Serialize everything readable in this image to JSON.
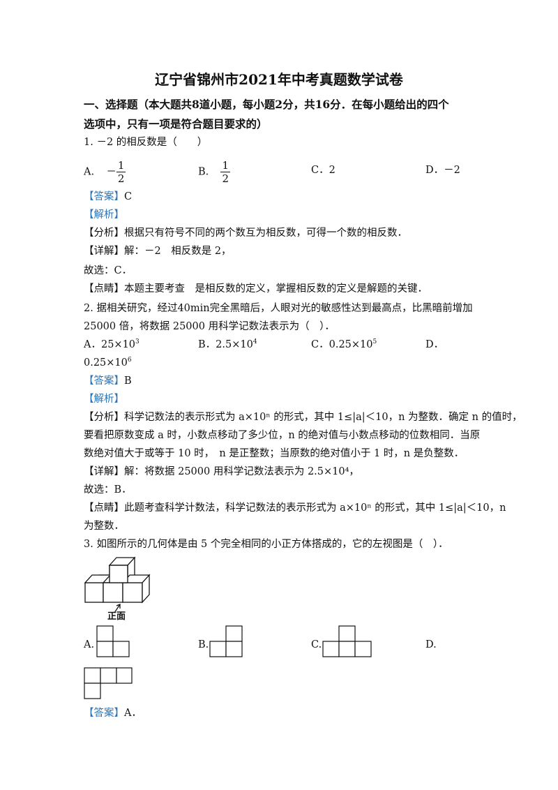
{
  "title": "辽宁省锦州市2021年中考真题数学试卷",
  "section": {
    "line1": "一、选择题（本大题共8道小题，每小题2分，共16分．在每小题给出的四个",
    "line2": "选项中，只有一项是符合题目要求的）"
  },
  "labels": {
    "answer": "【答案】",
    "analysis": "【解析】",
    "fenxi": "【分析】",
    "detail": "【详解】",
    "comment": "【点睛】",
    "choose": "故选："
  },
  "q1": {
    "stem": "1. －2 的相反数是（　　）",
    "opt_a_label": "A.",
    "opt_a_sign": "－",
    "opt_a_num": "1",
    "opt_a_den": "2",
    "opt_b_label": "B.",
    "opt_b_num": "1",
    "opt_b_den": "2",
    "opt_c": "C．2",
    "opt_d": "D．－2",
    "answer": "C",
    "fenxi": "根据只有符号不同的两个数互为相反数，可得一个数的相反数．",
    "detail": "解：－2　相反数是 2，",
    "choose": "C．",
    "comment": "本题主要考查　是相反数的定义，掌握相反数的定义是解题的关键．"
  },
  "q2": {
    "stem1": "2. 据相关研究，经过40min完全黑暗后，人眼对光的敏感性达到最高点，比黑暗前增加",
    "stem2": "25000 倍，将数据 25000 用科学记数法表示为（　）．",
    "opt_a": "A．",
    "opt_a_val": "25×10",
    "opt_a_exp": "3",
    "opt_b": "B．",
    "opt_b_val": "2.5×10",
    "opt_b_exp": "4",
    "opt_c": "C．",
    "opt_c_val": "0.25×10",
    "opt_c_exp": "5",
    "opt_d": "D．",
    "opt_d_val": "0.25×10",
    "opt_d_exp": "6",
    "answer": "B",
    "fenxi1": "科学记数法的表示形式为 a×10ⁿ 的形式，其中 1≤|a|＜10，n 为整数．确定 n 的值时，",
    "fenxi2": "要看把原数变成 a 时，小数点移动了多少位，n 的绝对值与小数点移动的位数相同．当原",
    "fenxi3": "数绝对值大于或等于 10 时，　n 是正整数；当原数的绝对值小于 1 时，n 是负整数．",
    "detail": "解：将数据 25000 用科学记数法表示为 2.5×10⁴，",
    "choose": "B．",
    "comment1": "此题考查科学计数法，科学记数法的表示形式为 a×10ⁿ 的形式，其中 1≤|a|＜10，n",
    "comment2": "为整数．"
  },
  "q3": {
    "stem": "3. 如图所示的几何体是由 5 个完全相同的小正方体搭成的，它的左视图是（　）．",
    "front_label": "正面",
    "opt_a": "A.",
    "opt_b": "B.",
    "opt_c": "C.",
    "opt_d": "D.",
    "answer": "A．"
  }
}
